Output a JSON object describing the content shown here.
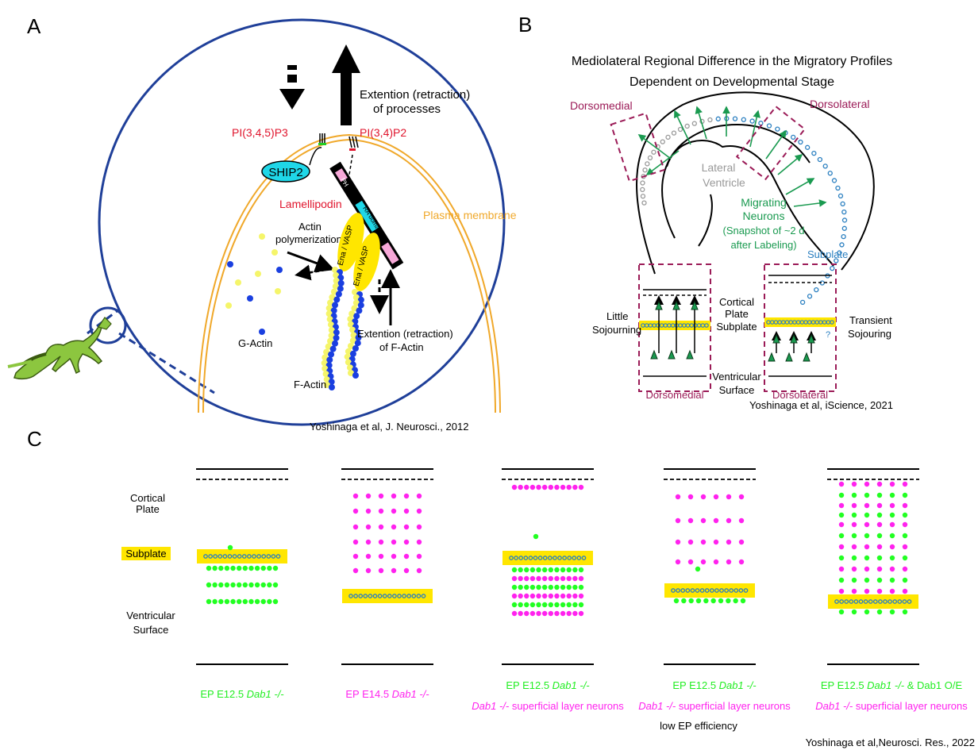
{
  "panel_labels": {
    "a": "A",
    "b": "B",
    "c": "C"
  },
  "colors": {
    "circle_blue": "#1f3f99",
    "membrane_orange": "#f0a82a",
    "red_label": "#e0142c",
    "yellow": "#ffe600",
    "g_actin_blue": "#1a3fe0",
    "f_actin_yellow": "#f5f56a",
    "ship2_cyan": "#1fd7e8",
    "magenta": "#ff22ee",
    "green": "#22ff22",
    "maroon": "#9b1b57",
    "migrating_green": "#1a9a50",
    "subplate_blue": "#2a7fc0",
    "ventricle_grey": "#999999",
    "neuron_green": "#8cc63f"
  },
  "panel_a": {
    "extension_text_1": "Extention (retraction)",
    "extension_text_2": "of processes",
    "pip3": "PI(3,4,5)P3",
    "pip2": "PI(3,4)P2",
    "ship2": "SHIP2",
    "ph": "PH",
    "ra_domain": "RA domain",
    "lamellipodin": "Lamellipodin",
    "plasma_membrane": "Plasma membrane",
    "actin_poly_1": "Actin",
    "actin_poly_2": "polymerization",
    "ena_vasp_1": "Ena / VASP",
    "ena_vasp_2": "Ena / VASP",
    "g_actin": "G-Actin",
    "f_actin": "F-Actin",
    "f_actin_ext_1": "Extention (retraction)",
    "f_actin_ext_2": "of F-Actin",
    "citation": "Yoshinaga et al, J. Neurosci., 2012"
  },
  "panel_b": {
    "title_1": "Mediolateral Regional Difference in the Migratory Profiles",
    "title_2": "Dependent on Developmental Stage",
    "dorsomedial_top": "Dorsomedial",
    "dorsolateral_top": "Dorsolateral",
    "ventricle_1": "Lateral",
    "ventricle_2": "Ventricle",
    "migrating_1": "Migrating",
    "migrating_2": "Neurons",
    "snapshot_1": "(Snapshot of ~2 d",
    "snapshot_2": "after Labeling)",
    "subplate_label": "Subplate",
    "little_1": "Little",
    "little_2": "Sojourning",
    "cortical_1": "Cortical",
    "cortical_2": "Plate",
    "subplate_mid": "Subplate",
    "transient_1": "Transient",
    "transient_2": "Sojouring",
    "ventricular_1": "Ventricular",
    "ventricular_2": "Surface",
    "question": "?",
    "dorsomedial_bottom": "Dorsomedial",
    "dorsolateral_bottom": "Dorsolateral",
    "citation": "Yoshinaga et al, iScience, 2021"
  },
  "panel_c": {
    "cortical_1": "Cortical",
    "cortical_2": "Plate",
    "subplate": "Subplate",
    "ventricular_1": "Ventricular",
    "ventricular_2": "Surface",
    "col1_a": "EP E12.5 ",
    "col1_b": "Dab1 -/-",
    "col2_a": "EP E14.5 ",
    "col2_b": "Dab1 -/-",
    "col3_a": "EP E12.5 ",
    "col3_b": "Dab1 -/-",
    "col3_line2_a": "Dab1 -/-",
    "col3_line2_b": " superficial layer neurons",
    "col4_a": "EP E12.5 ",
    "col4_b": "Dab1 -/-",
    "col4_line2_a": "Dab1 -/-",
    "col4_line2_b": " superficial layer neurons",
    "col4_line3": "low EP efficiency",
    "col5_a": "EP E12.5 ",
    "col5_b": "Dab1 -/-",
    "col5_c": " & Dab1 O/E",
    "col5_line2_a": "Dab1 -/-",
    "col5_line2_b": " superficial layer neurons",
    "citation": "Yoshinaga et al,Neurosci. Res., 2022"
  }
}
